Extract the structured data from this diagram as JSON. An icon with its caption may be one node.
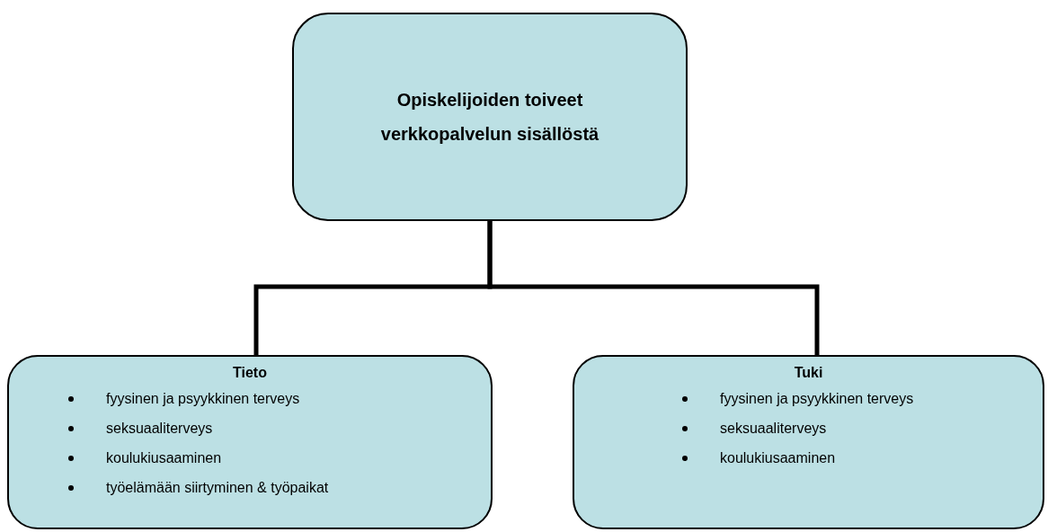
{
  "diagram": {
    "nodes": [
      {
        "text": [
          "Opiskelijoiden toiveet verkkopalvelun sisällöstä"
        ]
      },
      {
        "text": [
          "Tieto",
          "fyysinen ja psyykkinen terveys",
          "seksuaaliterveys",
          "koulukiusaaminen",
          "työelämään siirtyminen & työpaikat"
        ]
      },
      {
        "text": [
          "Tuki",
          "fyysinen ja psyykkinen terveys",
          "seksuaaliterveys",
          "koulukiusaaminen"
        ]
      }
    ],
    "edges": [
      {
        "from": 0,
        "to": 1,
        "arrow": "none"
      },
      {
        "from": 0,
        "to": 2,
        "arrow": "none"
      }
    ]
  }
}
